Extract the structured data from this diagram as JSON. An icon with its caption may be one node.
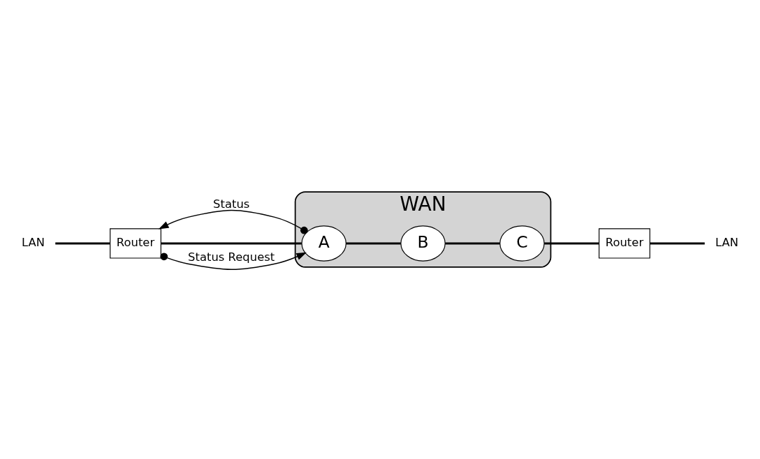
{
  "diagram": {
    "nodes": [
      {
        "text": [
          "WAN"
        ]
      },
      {
        "text": [
          "B"
        ],
        "in": 0
      },
      {
        "text": [
          "LAN"
        ]
      },
      {
        "text": [
          "Router"
        ]
      },
      {
        "text": [
          "C"
        ],
        "in": 0
      },
      {
        "text": [
          "A"
        ],
        "in": 0
      },
      {
        "text": [
          "LAN"
        ]
      },
      {
        "text": [
          "Router"
        ]
      }
    ],
    "edges": [
      {
        "from": 5,
        "to": 1,
        "arrow": "none"
      },
      {
        "from": 1,
        "to": 4,
        "arrow": "none"
      },
      {
        "from": 4,
        "to": 3,
        "arrow": "none"
      },
      {
        "from": 3,
        "to": 2,
        "arrow": "none"
      },
      {
        "from": 7,
        "to": 5,
        "arrow": "none"
      },
      {
        "from": 6,
        "to": 7,
        "arrow": "none"
      },
      {
        "from": 7,
        "to": 5,
        "arrow": "to",
        "label": "Status Request"
      },
      {
        "from": 5,
        "to": 7,
        "arrow": "to",
        "label": "Status"
      }
    ]
  }
}
